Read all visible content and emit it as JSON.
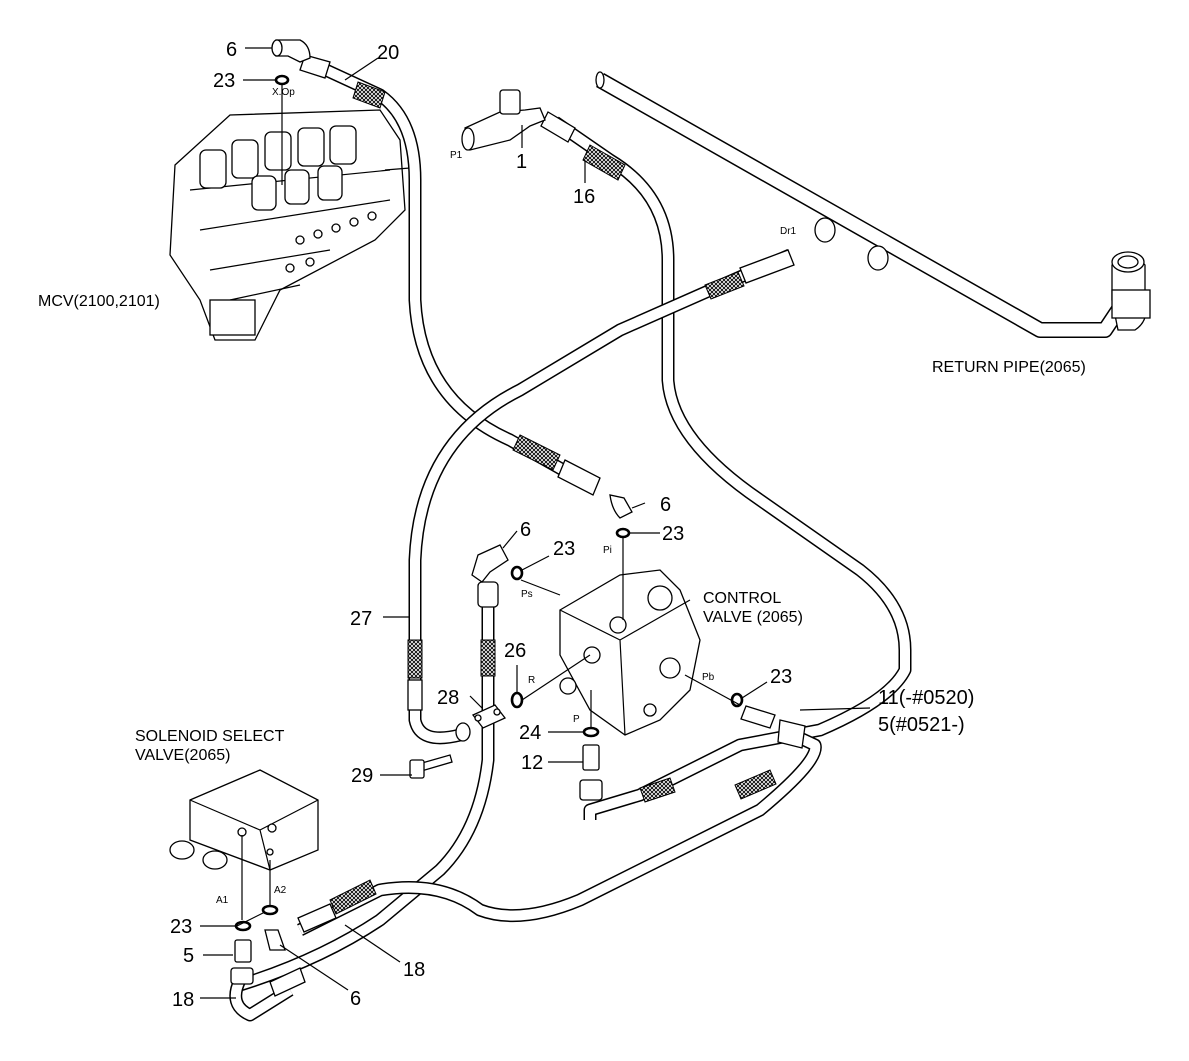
{
  "diagram": {
    "components": {
      "mcv": "MCV(2100,2101)",
      "return_pipe": "RETURN PIPE(2065)",
      "control_valve_line1": "CONTROL",
      "control_valve_line2": "VALVE (2065)",
      "solenoid_line1": "SOLENOID SELECT",
      "solenoid_line2": "VALVE(2065)"
    },
    "ports": {
      "xop": "X.Op",
      "p1": "P1",
      "dr1": "Dr1",
      "pi": "Pi",
      "ps": "Ps",
      "r": "R",
      "p": "P",
      "pb": "Pb",
      "a1": "A1",
      "a2": "A2"
    },
    "callouts": [
      {
        "id": "c-6-top",
        "text": "6"
      },
      {
        "id": "c-20",
        "text": "20"
      },
      {
        "id": "c-23-top",
        "text": "23"
      },
      {
        "id": "c-1",
        "text": "1"
      },
      {
        "id": "c-16",
        "text": "16"
      },
      {
        "id": "c-6-mid",
        "text": "6"
      },
      {
        "id": "c-23-mid",
        "text": "23"
      },
      {
        "id": "c-6-left",
        "text": "6"
      },
      {
        "id": "c-23-left",
        "text": "23"
      },
      {
        "id": "c-27",
        "text": "27"
      },
      {
        "id": "c-26",
        "text": "26"
      },
      {
        "id": "c-28",
        "text": "28"
      },
      {
        "id": "c-24",
        "text": "24"
      },
      {
        "id": "c-23-right",
        "text": "23"
      },
      {
        "id": "c-11",
        "text": "11(-#0520)"
      },
      {
        "id": "c-5-right",
        "text": "5(#0521-)"
      },
      {
        "id": "c-12",
        "text": "12"
      },
      {
        "id": "c-29",
        "text": "29"
      },
      {
        "id": "c-23-sol",
        "text": "23"
      },
      {
        "id": "c-5-sol",
        "text": "5"
      },
      {
        "id": "c-18-bottom",
        "text": "18"
      },
      {
        "id": "c-18-mid",
        "text": "18"
      },
      {
        "id": "c-6-bottom",
        "text": "6"
      }
    ]
  }
}
